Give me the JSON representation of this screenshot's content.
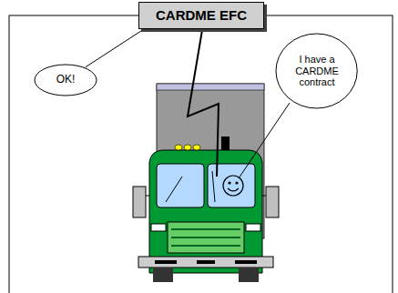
{
  "diagram": {
    "nodes": [
      {
        "text": [
          "CARDME EFC"
        ]
      },
      {
        "text": [
          "OK!"
        ]
      },
      {
        "text": [
          "I have a CARDME contract"
        ]
      }
    ],
    "edges": [
      {
        "from": 1,
        "to": 0,
        "arrow": "none"
      }
    ]
  }
}
